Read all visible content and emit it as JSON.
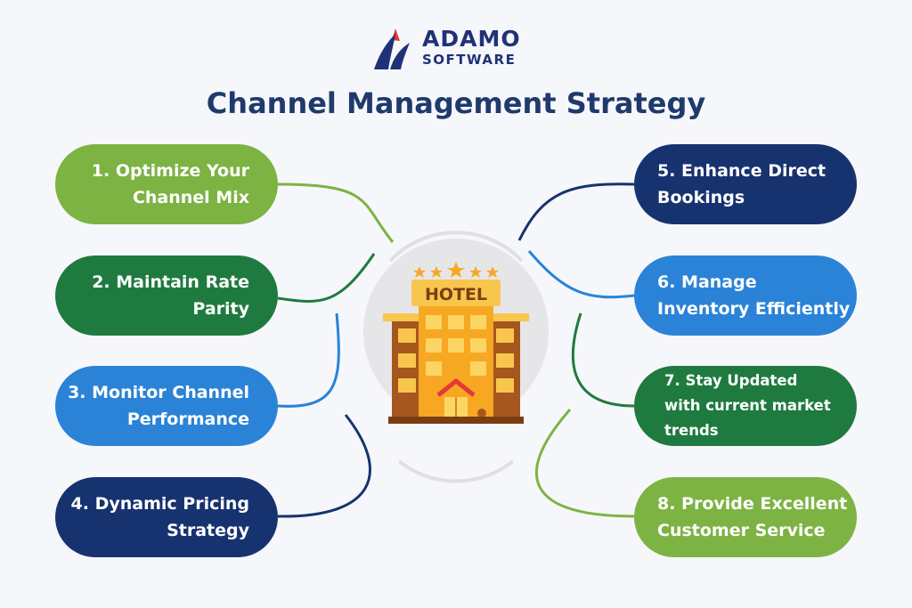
{
  "brand": {
    "name": "ADAMO",
    "sub": "SOFTWARE"
  },
  "title": "Channel Management Strategy",
  "hotel": {
    "sign": "HOTEL",
    "icon": "hotel-building-icon"
  },
  "colors": {
    "light_green": "#7cb342",
    "dark_green": "#1f7a3f",
    "blue": "#2a83d7",
    "navy": "#17336f",
    "title": "#1f3a6b"
  },
  "left_items": [
    {
      "label": "1. Optimize Your\nChannel Mix"
    },
    {
      "label": "2. Maintain Rate\nParity"
    },
    {
      "label": "3. Monitor Channel\nPerformance"
    },
    {
      "label": "4. Dynamic Pricing\nStrategy"
    }
  ],
  "right_items": [
    {
      "label": "5. Enhance Direct\nBookings"
    },
    {
      "label": "6. Manage\nInventory Efficiently"
    },
    {
      "label": "7. Stay Updated\nwith current market\ntrends"
    },
    {
      "label": "8. Provide Excellent\nCustomer Service"
    }
  ]
}
